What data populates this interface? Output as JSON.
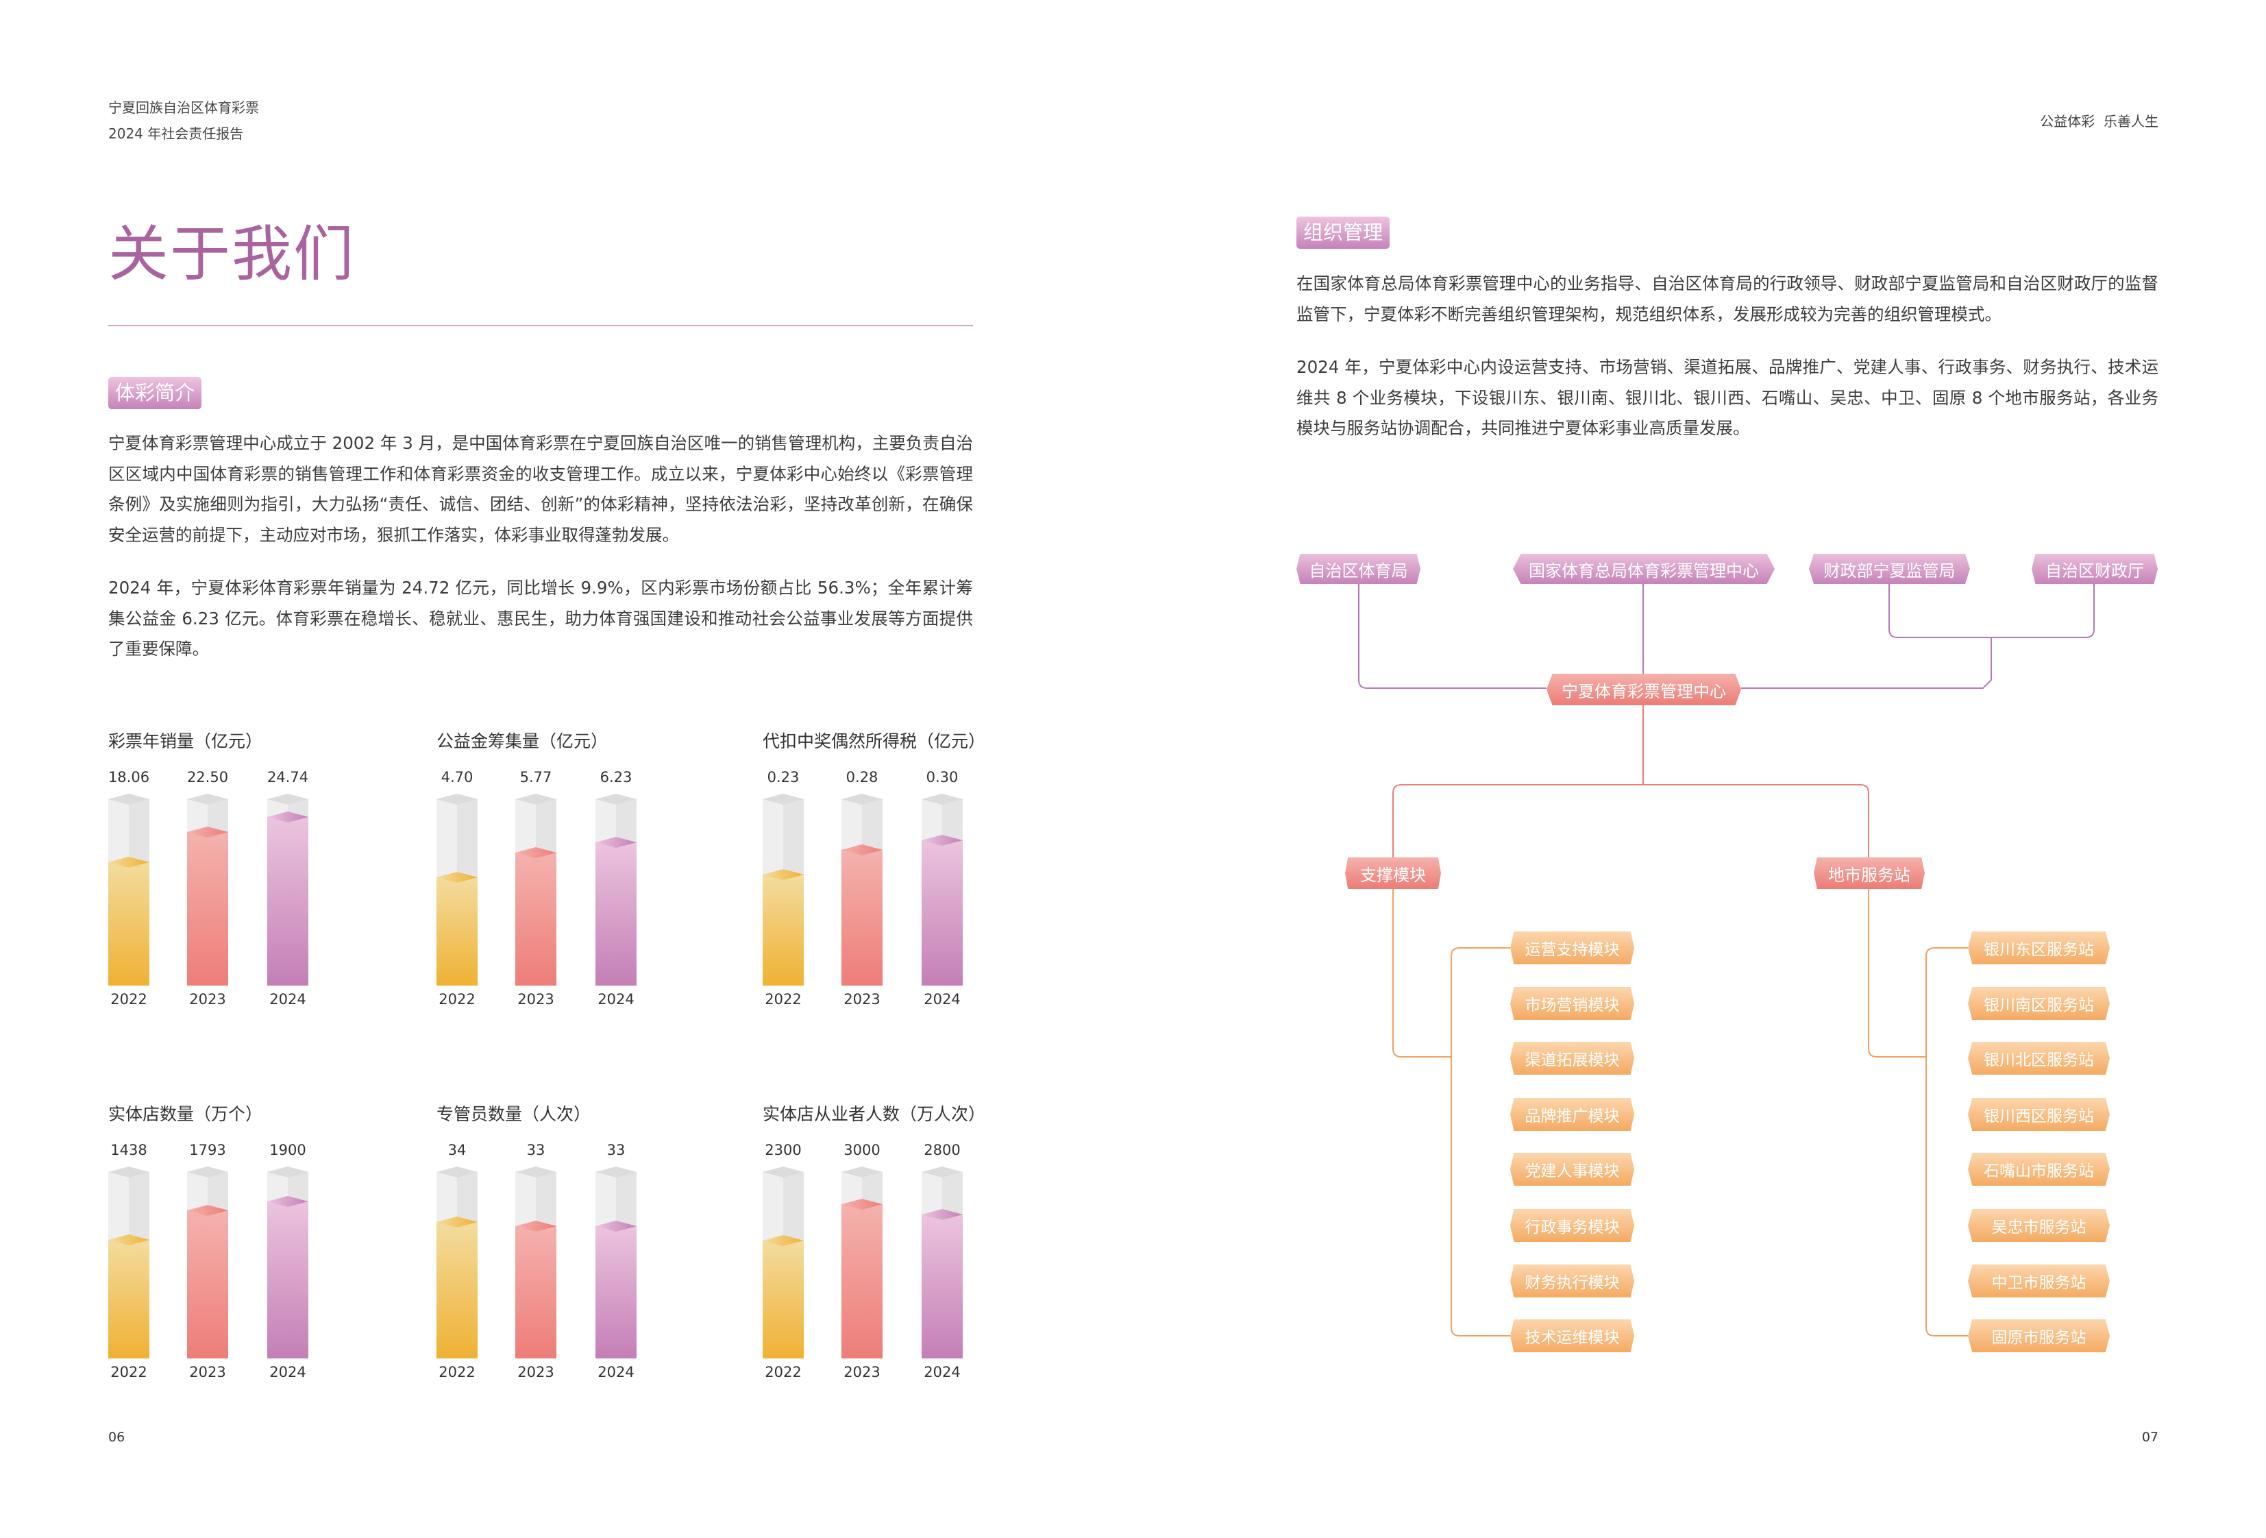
{
  "left_page": {
    "header_line1": "宁夏回族自治区体育彩票",
    "header_line2": "2024 年社会责任报告",
    "title": "关于我们",
    "section_badge": "体彩简介",
    "paragraph1": "宁夏体育彩票管理中心成立于 2002 年 3 月，是中国体育彩票在宁夏回族自治区唯一的销售管理机构，主要负责自治区区域内中国体育彩票的销售管理工作和体育彩票资金的收支管理工作。成立以来，宁夏体彩中心始终以《彩票管理条例》及实施细则为指引，大力弘扬“责任、诚信、团结、创新”的体彩精神，坚持依法治彩，坚持改革创新，在确保安全运营的前提下，主动应对市场，狠抓工作落实，体彩事业取得蓬勃发展。",
    "paragraph2": "2024 年，宁夏体彩体育彩票年销量为 24.72 亿元，同比增长 9.9%，区内彩票市场份额占比 56.3%；全年累计筹集公益金 6.23 亿元。体育彩票在稳增长、稳就业、惠民生，助力体育强国建设和推动社会公益事业发展等方面提供了重要保障。",
    "page_number": "06"
  },
  "chart_data": [
    {
      "type": "bar",
      "title": "彩票年销量（亿元）",
      "categories": [
        "2022",
        "2023",
        "2024"
      ],
      "values": [
        18.06,
        22.5,
        24.74
      ],
      "labels": [
        "18.06",
        "22.50",
        "24.74"
      ],
      "ylim": [
        0,
        27.3
      ]
    },
    {
      "type": "bar",
      "title": "公益金筹集量（亿元）",
      "categories": [
        "2022",
        "2023",
        "2024"
      ],
      "values": [
        4.7,
        5.77,
        6.23
      ],
      "labels": [
        "4.70",
        "5.77",
        "6.23"
      ],
      "ylim": [
        0,
        8.1
      ]
    },
    {
      "type": "bar",
      "title": "代扣中奖偶然所得税（亿元）",
      "categories": [
        "2022",
        "2023",
        "2024"
      ],
      "values": [
        0.23,
        0.28,
        0.3
      ],
      "labels": [
        "0.23",
        "0.28",
        "0.30"
      ],
      "ylim": [
        0,
        0.385
      ]
    },
    {
      "type": "bar",
      "title": "实体店数量（万个）",
      "categories": [
        "2022",
        "2023",
        "2024"
      ],
      "values": [
        1438,
        1793,
        1900
      ],
      "labels": [
        "1438",
        "1793",
        "1900"
      ],
      "ylim": [
        0,
        2260
      ]
    },
    {
      "type": "bar",
      "title": "专管员数量（人次）",
      "categories": [
        "2022",
        "2023",
        "2024"
      ],
      "values": [
        34,
        33,
        33
      ],
      "labels": [
        "34",
        "33",
        "33"
      ],
      "ylim": [
        0,
        46.5
      ]
    },
    {
      "type": "bar",
      "title": "实体店从业者人数（万人次）",
      "categories": [
        "2022",
        "2023",
        "2024"
      ],
      "values": [
        2300,
        3000,
        2800
      ],
      "labels": [
        "2300",
        "3000",
        "2800"
      ],
      "ylim": [
        0,
        3630
      ]
    }
  ],
  "colors": {
    "year_2022": [
      "#f2dc9e",
      "#f0b134"
    ],
    "year_2023": [
      "#f4b2ae",
      "#ee7d78"
    ],
    "year_2024": [
      "#ecc4de",
      "#c47fb6"
    ]
  },
  "right_page": {
    "slogan": "公益体彩  乐善人生",
    "section_badge": "组织管理",
    "paragraph1": "在国家体育总局体育彩票管理中心的业务指导、自治区体育局的行政领导、财政部宁夏监管局和自治区财政厅的监督监管下，宁夏体彩不断完善组织管理架构，规范组织体系，发展形成较为完善的组织管理模式。",
    "paragraph2": "2024 年，宁夏体彩中心内设运营支持、市场营销、渠道拓展、品牌推广、党建人事、行政事务、财务执行、技术运维共 8 个业务模块，下设银川东、银川南、银川北、银川西、石嘴山、吴忠、中卫、固原 8 个地市服务站，各业务模块与服务站协调配合，共同推进宁夏体彩事业高质量发展。",
    "page_number": "07"
  },
  "org_chart": {
    "supervisors": [
      "自治区体育局",
      "国家体育总局体育彩票管理中心",
      "财政部宁夏监管局",
      "自治区财政厅"
    ],
    "center": "宁夏体育彩票管理中心",
    "branches": [
      "支撑模块",
      "地市服务站"
    ],
    "modules": [
      "运营支持模块",
      "市场营销模块",
      "渠道拓展模块",
      "品牌推广模块",
      "党建人事模块",
      "行政事务模块",
      "财务执行模块",
      "技术运维模块"
    ],
    "stations": [
      "银川东区服务站",
      "银川南区服务站",
      "银川北区服务站",
      "银川西区服务站",
      "石嘴山市服务站",
      "吴忠市服务站",
      "中卫市服务站",
      "固原市服务站"
    ]
  }
}
